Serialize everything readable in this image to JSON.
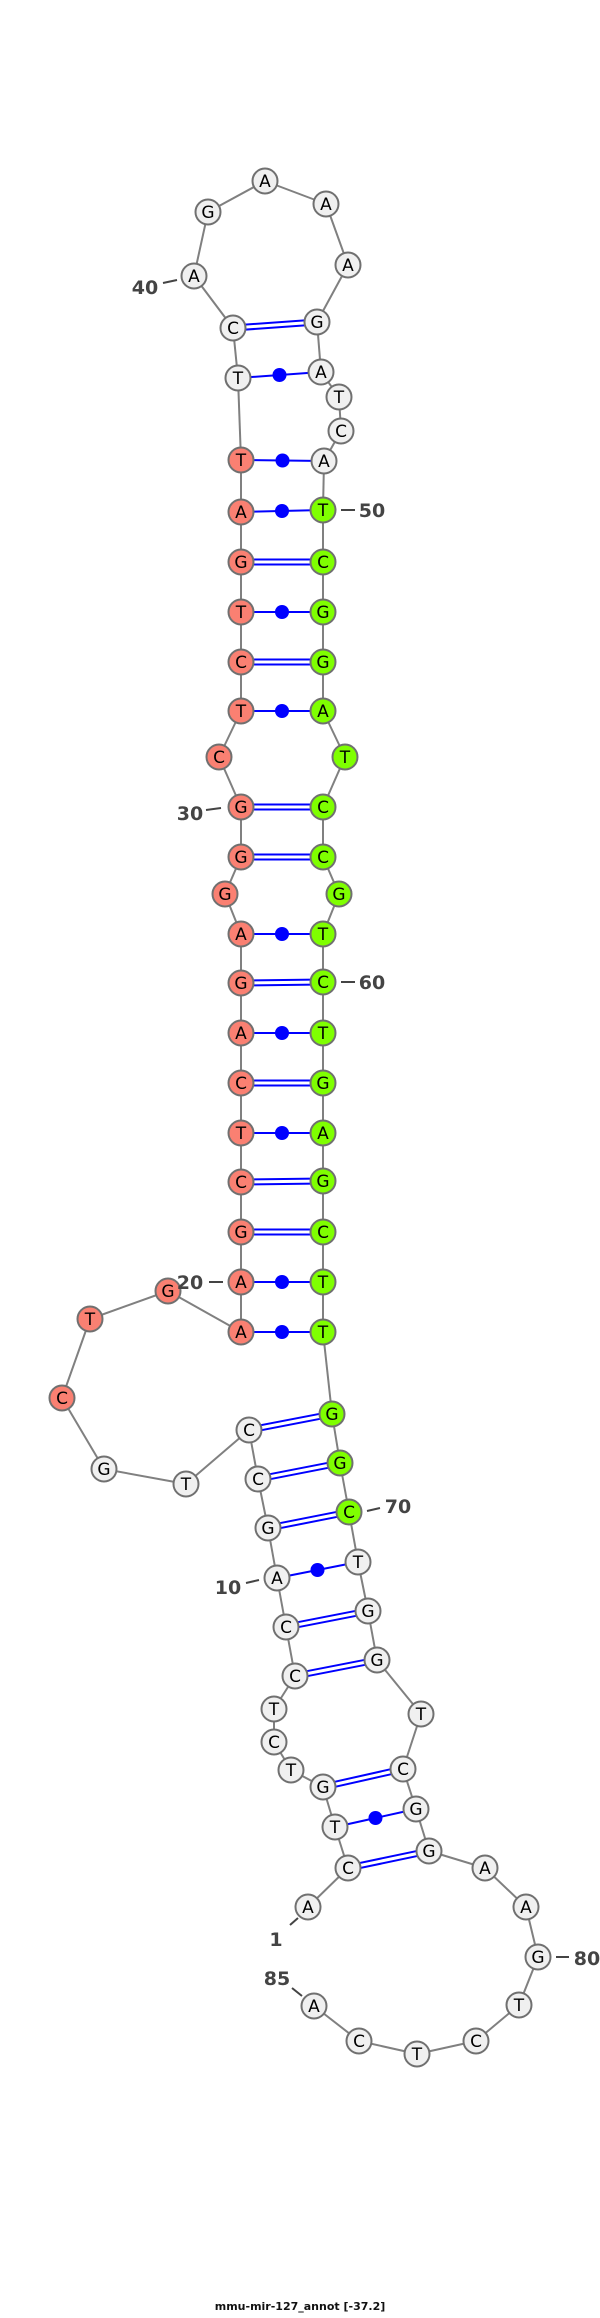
{
  "title": "mmu-mir-127_annot [-37.2]",
  "sequence": "ACTGTCTCCAGCCTGCTGAAGCTCAGAGGGCTCTGATTCAGAAAGATCATCGGATCCGTCTGAGCTTGGCTGGTCGGAAGTCTCA",
  "pairs": [
    [
      2,
      77
    ],
    [
      3,
      76
    ],
    [
      4,
      75
    ],
    [
      8,
      73
    ],
    [
      9,
      72
    ],
    [
      10,
      71
    ],
    [
      11,
      70
    ],
    [
      12,
      69
    ],
    [
      13,
      68
    ],
    [
      19,
      67
    ],
    [
      20,
      66
    ],
    [
      21,
      65
    ],
    [
      22,
      64
    ],
    [
      23,
      63
    ],
    [
      24,
      62
    ],
    [
      25,
      61
    ],
    [
      26,
      60
    ],
    [
      27,
      59
    ],
    [
      29,
      57
    ],
    [
      30,
      56
    ],
    [
      32,
      54
    ],
    [
      33,
      53
    ],
    [
      34,
      52
    ],
    [
      35,
      51
    ],
    [
      36,
      50
    ],
    [
      37,
      49
    ],
    [
      38,
      46
    ],
    [
      39,
      45
    ]
  ],
  "position_labels": [
    "1",
    "10",
    "20",
    "30",
    "40",
    "50",
    "60",
    "70",
    "80",
    "85"
  ],
  "highlights": [
    {
      "name": "mature-5p",
      "from": 16,
      "to": 37,
      "color": "#fa8072"
    },
    {
      "name": "mature-3p",
      "from": 50,
      "to": 70,
      "color": "#7fff00"
    }
  ],
  "colors": {
    "default_fill": "#f0f0f0",
    "outline": "#707070",
    "backbone": "#808080",
    "pair": "#0000ff"
  }
}
